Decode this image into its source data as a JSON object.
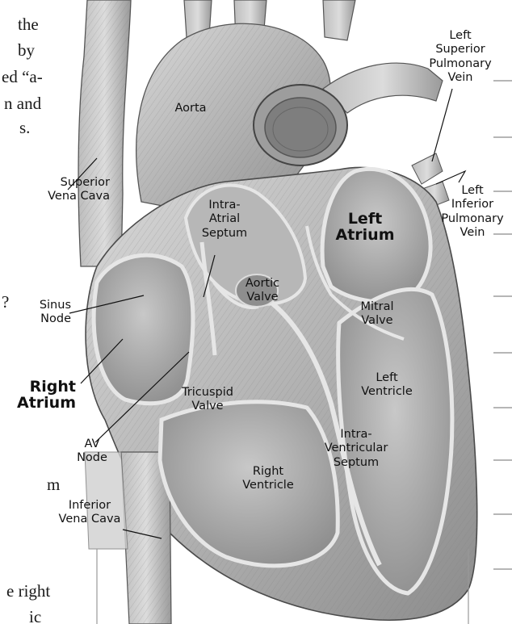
{
  "body_text_fragments": [
    "the",
    "by",
    "ed “a-",
    "n and",
    "s.",
    "?",
    "m",
    "e right",
    "ic"
  ],
  "labels": {
    "aorta": [
      "Aorta"
    ],
    "superior_vena_cava": [
      "Superior",
      "Vena Cava"
    ],
    "sinus_node": [
      "Sinus",
      "Node"
    ],
    "right_atrium": [
      "Right",
      "Atrium"
    ],
    "av_node": [
      "AV",
      "Node"
    ],
    "inferior_vena_cava": [
      "Inferior",
      "Vena Cava"
    ],
    "intra_atrial_septum": [
      "Intra-",
      "Atrial",
      "Septum"
    ],
    "aortic_valve": [
      "Aortic",
      "Valve"
    ],
    "tricuspid_valve": [
      "Tricuspid",
      "Valve"
    ],
    "right_ventricle": [
      "Right",
      "Ventricle"
    ],
    "left_atrium": [
      "Left",
      "Atrium"
    ],
    "mitral_valve": [
      "Mitral",
      "Valve"
    ],
    "left_ventricle": [
      "Left",
      "Ventricle"
    ],
    "intra_ventricular_septum": [
      "Intra-",
      "Ventricular",
      "Septum"
    ],
    "left_superior_pulmonary_vein": [
      "Left",
      "Superior",
      "Pulmonary",
      "Vein"
    ],
    "left_inferior_pulmonary_vein": [
      "Left",
      "Inferior",
      "Pulmonary",
      "Vein"
    ]
  },
  "colors": {
    "tissue_light": "#cfcfcf",
    "tissue_mid": "#a9a9a9",
    "tissue_dark": "#6e6e6e",
    "outline": "#4a4a4a",
    "leader_line": "#111111"
  }
}
